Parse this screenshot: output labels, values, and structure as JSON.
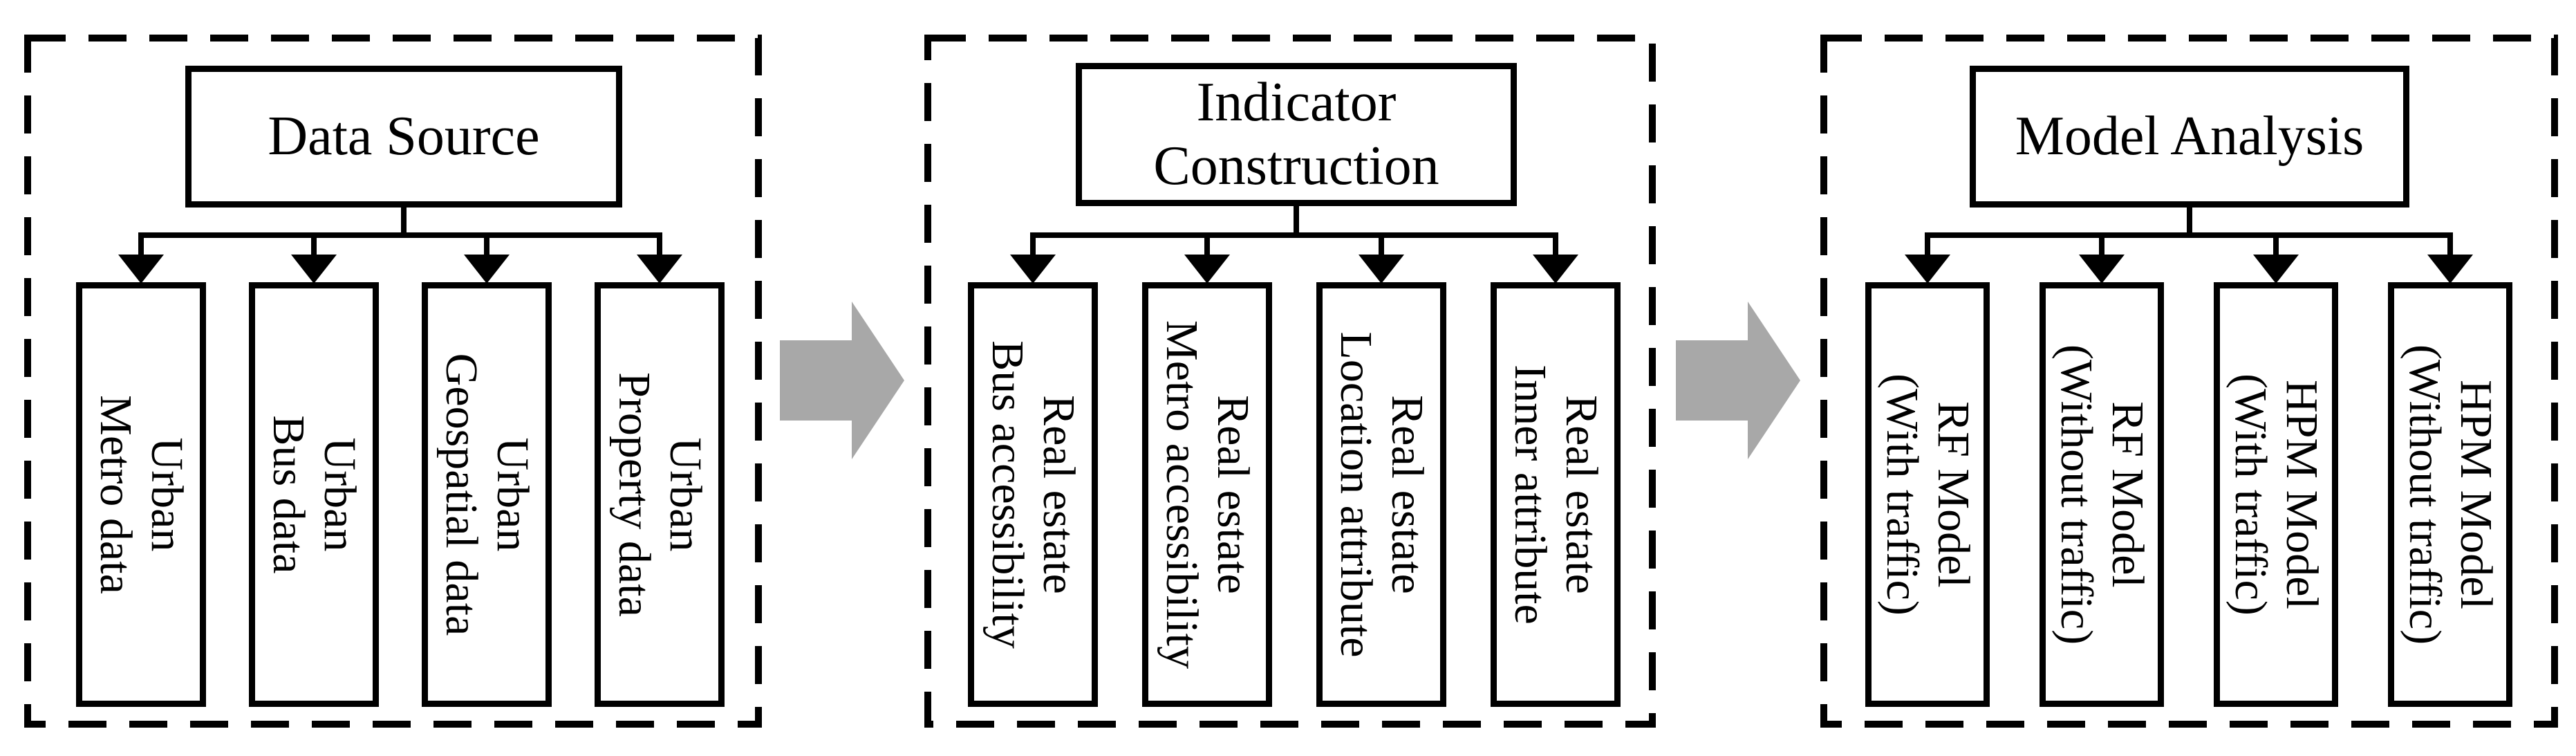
{
  "figure": {
    "type": "flowchart",
    "background_color": "#ffffff",
    "line_color": "#000000",
    "flow_arrow_color": "#a8a8a8"
  },
  "icons": {
    "flow_arrow": "block-arrow-right-icon",
    "connector_arrow": "arrow-down-icon"
  },
  "panels": [
    {
      "title_lines": [
        "Data Source"
      ],
      "children": [
        {
          "lines": [
            "Urban",
            "Metro data"
          ]
        },
        {
          "lines": [
            "Urban",
            "Bus data"
          ]
        },
        {
          "lines": [
            "Urban",
            "Geospatial data"
          ]
        },
        {
          "lines": [
            "Urban",
            "Property data"
          ]
        }
      ]
    },
    {
      "title_lines": [
        "Indicator",
        "Construction"
      ],
      "children": [
        {
          "lines": [
            "Real estate",
            "Bus accessibility"
          ]
        },
        {
          "lines": [
            "Real estate",
            "Metro accessibility"
          ]
        },
        {
          "lines": [
            "Real estate",
            "Location attribute"
          ]
        },
        {
          "lines": [
            "Real estate",
            "Inner attribute"
          ]
        }
      ]
    },
    {
      "title_lines": [
        "Model Analysis"
      ],
      "children": [
        {
          "lines": [
            "RF Model",
            "(With traffic)"
          ]
        },
        {
          "lines": [
            "RF Model",
            "(Without traffic)"
          ]
        },
        {
          "lines": [
            "HPM Model",
            "(With traffic)"
          ]
        },
        {
          "lines": [
            "HPM Model",
            "(Without traffic)"
          ]
        }
      ]
    }
  ]
}
